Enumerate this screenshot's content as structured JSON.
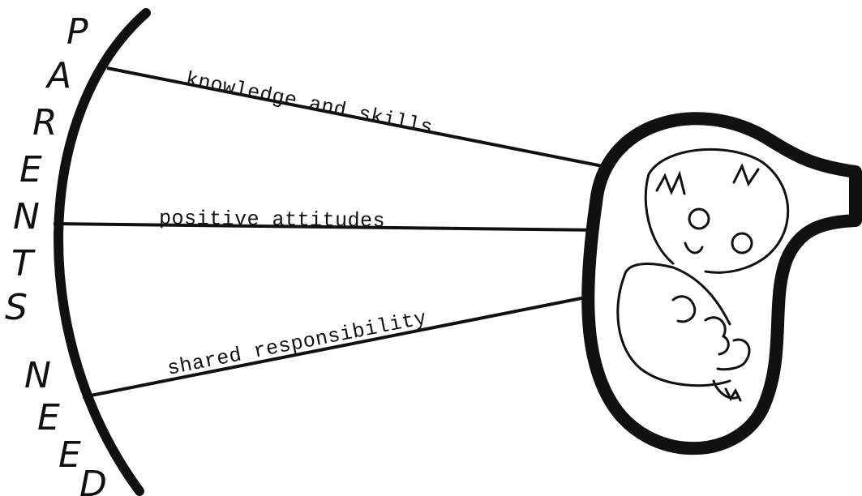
{
  "heading_letters": [
    "P",
    "A",
    "R",
    "E",
    "N",
    "T",
    "S",
    "N",
    "E",
    "E",
    "D"
  ],
  "arms": [
    {
      "label": "knowledge and skills"
    },
    {
      "label": "positive attitudes"
    },
    {
      "label": "shared responsibility"
    }
  ],
  "figure": {
    "icon": "fetus-in-womb-drawing"
  },
  "colors": {
    "ink": "#111111",
    "paper": "#ffffff"
  }
}
